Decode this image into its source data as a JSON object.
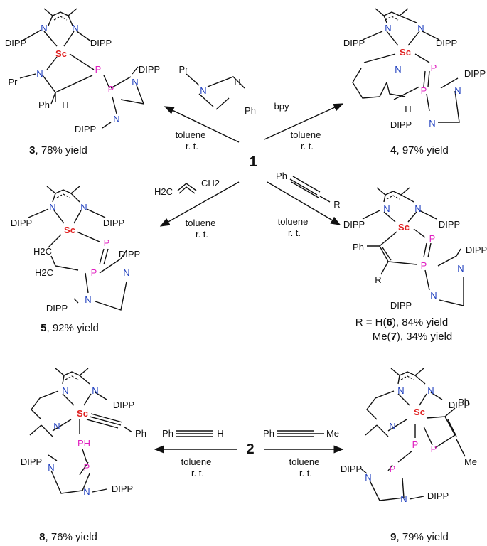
{
  "atoms": {
    "n": "N",
    "p": "P",
    "sc": "Sc",
    "dipp": "DIPP",
    "h": "H",
    "ph": "Ph",
    "pr": "Pr",
    "ph_h": "PH",
    "me": "Me",
    "h2c": "H2C",
    "ch2": "CH2",
    "r": "R"
  },
  "reagents": {
    "imine_pr": "Pr",
    "imine_n": "N",
    "imine_h": "H",
    "imine_ph": "Ph",
    "bpy": "bpy",
    "ethylene_left": "H2C",
    "ethylene_right": "CH2",
    "alkyne_ph": "Ph",
    "alkyne_r": "R",
    "phenylacetylene_ph": "Ph",
    "phenylacetylene_h": "H",
    "propyne_ph": "Ph",
    "propyne_me": "Me"
  },
  "conditions": {
    "solvent": "toluene",
    "temperature": "r. t."
  },
  "starting_materials": {
    "one": "1",
    "two": "2"
  },
  "products": {
    "p3": {
      "num": "3",
      "yield": ", 78% yield"
    },
    "p4": {
      "num": "4",
      "yield": ", 97% yield"
    },
    "p5": {
      "num": "5",
      "yield": ", 92% yield"
    },
    "p6": {
      "pre": "R = H(",
      "num": "6",
      "yield": "), 84% yield"
    },
    "p7": {
      "pre": "Me(",
      "num": "7",
      "yield": "), 34% yield"
    },
    "p8": {
      "num": "8",
      "yield": ", 76% yield"
    },
    "p9": {
      "num": "9",
      "yield": ", 79% yield"
    }
  },
  "colors": {
    "nitrogen": "#1f3fbf",
    "phosphorus": "#e020c0",
    "scandium": "#e02020",
    "bond": "#111111"
  }
}
